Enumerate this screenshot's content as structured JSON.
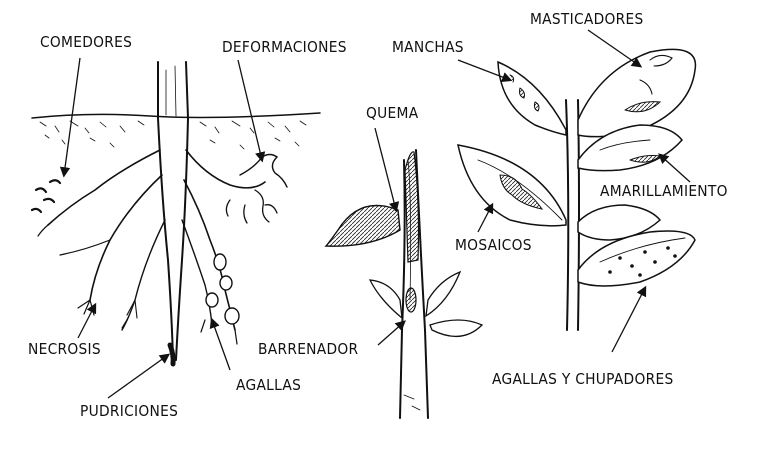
{
  "labels": {
    "comedores": "COMEDORES",
    "deformaciones": "DEFORMACIONES",
    "manchas": "MANCHAS",
    "masticadores": "MASTICADORES",
    "quema": "QUEMA",
    "amarillamiento": "AMARILLAMIENTO",
    "mosaicos": "MOSAICOS",
    "necrosis": "NECROSIS",
    "barrenador": "BARRENADOR",
    "agallas": "AGALLAS",
    "pudriciones": "PUDRICIONES",
    "agallas_chupadores": "AGALLAS Y CHUPADORES"
  }
}
